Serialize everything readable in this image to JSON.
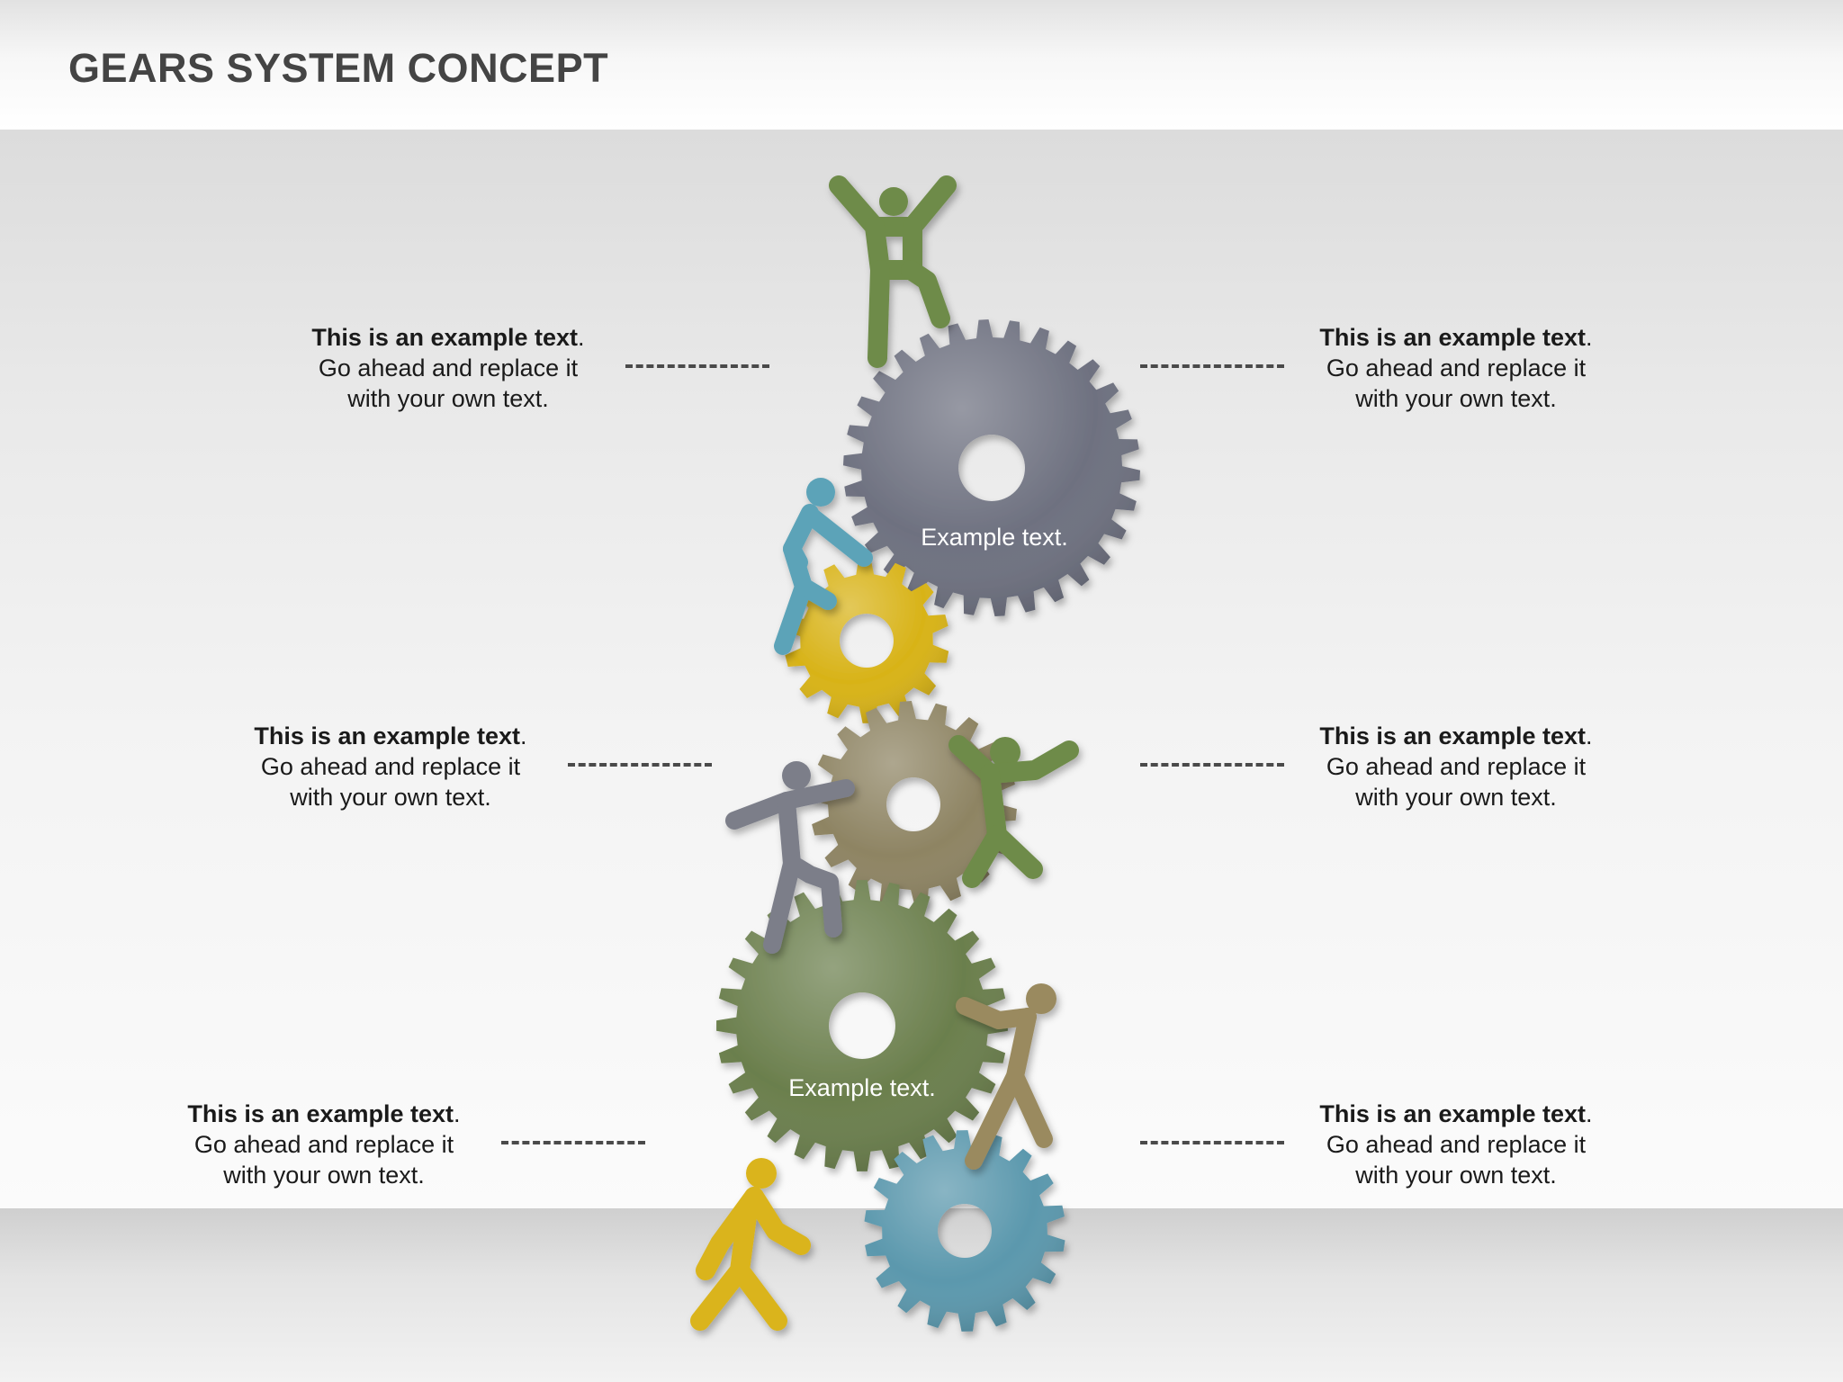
{
  "title": "GEARS SYSTEM CONCEPT",
  "notes": [
    {
      "bold": "This is an example text",
      "dot": ".",
      "line2": "Go ahead and replace it",
      "line3": "with your own text."
    },
    {
      "bold": "This is an example text",
      "dot": ".",
      "line2": "Go ahead and replace it",
      "line3": "with your own text."
    },
    {
      "bold": "This is an example text",
      "dot": ".",
      "line2": "Go ahead and replace it",
      "line3": "with your own text."
    },
    {
      "bold": "This is an example text",
      "dot": ".",
      "line2": "Go ahead and replace it",
      "line3": "with your own text."
    },
    {
      "bold": "This is an example text",
      "dot": ".",
      "line2": "Go ahead and replace it",
      "line3": "with your own text."
    },
    {
      "bold": "This is an example text",
      "dot": ".",
      "line2": "Go ahead and replace it",
      "line3": "with your own text."
    }
  ],
  "gear_labels": {
    "gray_gear": "Example text.",
    "green_gear": "Example text."
  },
  "colors": {
    "gray": "#6e7180",
    "yellow": "#d8b318",
    "tan": "#8e8463",
    "green": "#6b7f4d",
    "blue": "#5b98ad",
    "figure_green": "#6e8b48",
    "figure_blue": "#5ca3b8",
    "figure_gray": "#7b7e89",
    "figure_tan": "#9a8a5e",
    "figure_yellow": "#dab41b"
  }
}
